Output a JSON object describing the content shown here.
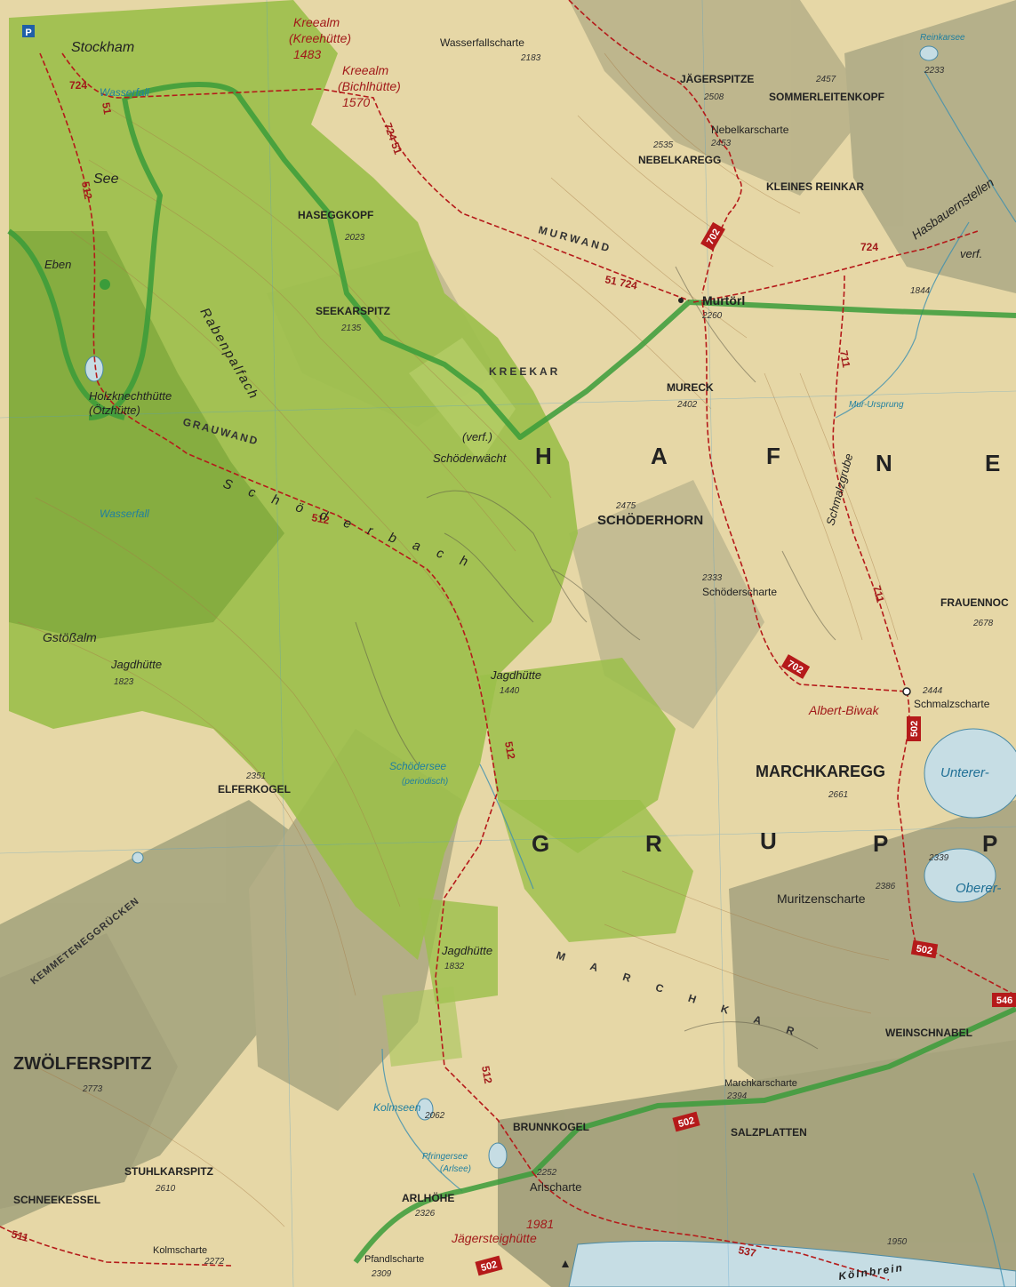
{
  "map": {
    "region_letters": [
      "H",
      "A",
      "F",
      "N",
      "E",
      "G",
      "R",
      "U",
      "P",
      "P"
    ],
    "peaks": [
      {
        "name": "JÄGERSPITZE",
        "elev": "2508"
      },
      {
        "name": "SOMMERLEITENKOPF",
        "elev": "2457"
      },
      {
        "name": "NEBELKAREGG",
        "elev": "2535"
      },
      {
        "name": "KLEINES REINKAR",
        "elev": ""
      },
      {
        "name": "HASEGGKOPF",
        "elev": "2023"
      },
      {
        "name": "SEEKARSPITZ",
        "elev": "2135"
      },
      {
        "name": "MURECK",
        "elev": "2402"
      },
      {
        "name": "SCHÖDERHORN",
        "elev": "2475"
      },
      {
        "name": "ELFERKOGEL",
        "elev": "2351"
      },
      {
        "name": "MARCHKAREGG",
        "elev": "2661"
      },
      {
        "name": "FRAUENNOC",
        "elev": "2678"
      },
      {
        "name": "ZWÖLFERSPITZ",
        "elev": "2773"
      },
      {
        "name": "STUHLKARSPITZ",
        "elev": "2610"
      },
      {
        "name": "SCHNEEKESSEL",
        "elev": ""
      },
      {
        "name": "ARLHÖHE",
        "elev": "2326"
      },
      {
        "name": "BRUNNKOGEL",
        "elev": ""
      },
      {
        "name": "WEINSCHNABEL",
        "elev": ""
      },
      {
        "name": "SALZPLATTEN",
        "elev": ""
      }
    ],
    "passes": [
      {
        "name": "Wasserfallscharte",
        "elev": "2183"
      },
      {
        "name": "Nebelkarscharte",
        "elev": "2453"
      },
      {
        "name": "Murtörl",
        "elev": "2260"
      },
      {
        "name": "Schöderscharte",
        "elev": "2333"
      },
      {
        "name": "Schmalzscharte",
        "elev": "2444"
      },
      {
        "name": "Muritzenscharte",
        "elev": "2386"
      },
      {
        "name": "Marchkarscharte",
        "elev": "2394"
      },
      {
        "name": "Arlscharte",
        "elev": "2252"
      },
      {
        "name": "Pfandlscharte",
        "elev": "2309"
      },
      {
        "name": "Kolmscharte",
        "elev": "2272"
      }
    ],
    "huts": [
      {
        "name": "Kreealm",
        "sub": "(Kreehütte)",
        "elev": "1483"
      },
      {
        "name": "Kreealm",
        "sub": "(Bichlhütte)",
        "elev": "1570"
      },
      {
        "name": "Albert-Biwak",
        "sub": "",
        "elev": ""
      },
      {
        "name": "Jägersteighütte",
        "sub": "",
        "elev": "1981"
      }
    ],
    "places": [
      {
        "name": "Stockham"
      },
      {
        "name": "See"
      },
      {
        "name": "Eben"
      },
      {
        "name": "Holzknechthütte",
        "sub": "(Ötzhütte)"
      },
      {
        "name": "Gstößalm"
      },
      {
        "name": "Jagdhütte",
        "elev": "1823"
      },
      {
        "name": "Jagdhütte",
        "elev": "1440"
      },
      {
        "name": "Jagdhütte",
        "elev": "1832"
      },
      {
        "name": "(verf.)"
      },
      {
        "name": "Schöderwächt"
      },
      {
        "name": "verf."
      }
    ],
    "areas": [
      "KREEKAR",
      "MURWAND",
      "GRAUWAND",
      "MARCHKAR",
      "KEMMETENEGGRÜCKEN",
      "Rabenpalfach",
      "Schöderbach",
      "Schmalzgrube",
      "Hasbauernstellen"
    ],
    "water": [
      {
        "name": "Wasserfall"
      },
      {
        "name": "Wasserfall"
      },
      {
        "name": "Schödersee",
        "sub": "(periodisch)"
      },
      {
        "name": "Kolmseen",
        "elev": "2062"
      },
      {
        "name": "Pfringersee",
        "sub": "(Arlsee)"
      },
      {
        "name": "Mur-Ursprung"
      },
      {
        "name": "Unterer-"
      },
      {
        "name": "Oberer-"
      },
      {
        "name": "Reinkarsee"
      },
      {
        "name": "Kölnbrein"
      }
    ],
    "spot_heights": [
      "2233",
      "2339",
      "1844",
      "1950"
    ],
    "trails": [
      "724",
      "51",
      "724 51",
      "51 724",
      "512",
      "702",
      "711",
      "502",
      "537",
      "511",
      "546"
    ],
    "colors": {
      "paper": "#e6d7a6",
      "forest": "#9bbf4a",
      "forest_dark": "#7ea83c",
      "rock_shadow": "#8d8f6e",
      "trail_red": "#b51a1a",
      "border_green": "#3a9c3a",
      "lake": "#c6dde4",
      "lake_text": "#1f6f95"
    }
  }
}
